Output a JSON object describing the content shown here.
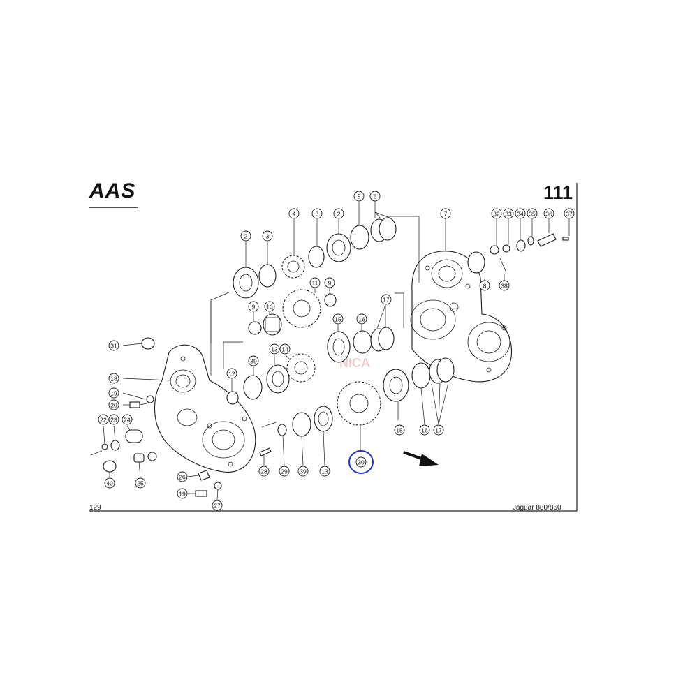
{
  "header": {
    "brand": "AAS",
    "page_number": "111"
  },
  "footer": {
    "page_ref": "129",
    "model": "Jaguar 880/860"
  },
  "watermark": "NICA",
  "highlight": {
    "part": "30",
    "color": "#2233bb"
  },
  "callouts": [
    {
      "id": "c2a",
      "label": "2"
    },
    {
      "id": "c3a",
      "label": "3"
    },
    {
      "id": "c4",
      "label": "4"
    },
    {
      "id": "c3b",
      "label": "3"
    },
    {
      "id": "c2b",
      "label": "2"
    },
    {
      "id": "c5",
      "label": "5"
    },
    {
      "id": "c6",
      "label": "6"
    },
    {
      "id": "c7",
      "label": "7"
    },
    {
      "id": "c32",
      "label": "32"
    },
    {
      "id": "c33",
      "label": "33"
    },
    {
      "id": "c34",
      "label": "34"
    },
    {
      "id": "c35",
      "label": "35"
    },
    {
      "id": "c36",
      "label": "36"
    },
    {
      "id": "c37",
      "label": "37"
    },
    {
      "id": "c8",
      "label": "8"
    },
    {
      "id": "c38",
      "label": "38"
    },
    {
      "id": "c9a",
      "label": "9"
    },
    {
      "id": "c10",
      "label": "10"
    },
    {
      "id": "c11",
      "label": "11"
    },
    {
      "id": "c9b",
      "label": "9"
    },
    {
      "id": "c15a",
      "label": "15"
    },
    {
      "id": "c16a",
      "label": "16"
    },
    {
      "id": "c17a",
      "label": "17"
    },
    {
      "id": "c31",
      "label": "31"
    },
    {
      "id": "c13a",
      "label": "13"
    },
    {
      "id": "c14",
      "label": "14"
    },
    {
      "id": "c39a",
      "label": "39"
    },
    {
      "id": "c18",
      "label": "18"
    },
    {
      "id": "c12",
      "label": "12"
    },
    {
      "id": "c19a",
      "label": "19"
    },
    {
      "id": "c20",
      "label": "20"
    },
    {
      "id": "c22",
      "label": "22"
    },
    {
      "id": "c23",
      "label": "23"
    },
    {
      "id": "c24",
      "label": "24"
    },
    {
      "id": "c15b",
      "label": "15"
    },
    {
      "id": "c16b",
      "label": "16"
    },
    {
      "id": "c17b",
      "label": "17"
    },
    {
      "id": "c30",
      "label": "30"
    },
    {
      "id": "c25",
      "label": "25"
    },
    {
      "id": "c40",
      "label": "40"
    },
    {
      "id": "c26",
      "label": "26"
    },
    {
      "id": "c28",
      "label": "28"
    },
    {
      "id": "c29",
      "label": "29"
    },
    {
      "id": "c39b",
      "label": "39"
    },
    {
      "id": "c13b",
      "label": "13"
    },
    {
      "id": "c19b",
      "label": "19"
    },
    {
      "id": "c27",
      "label": "27"
    }
  ]
}
